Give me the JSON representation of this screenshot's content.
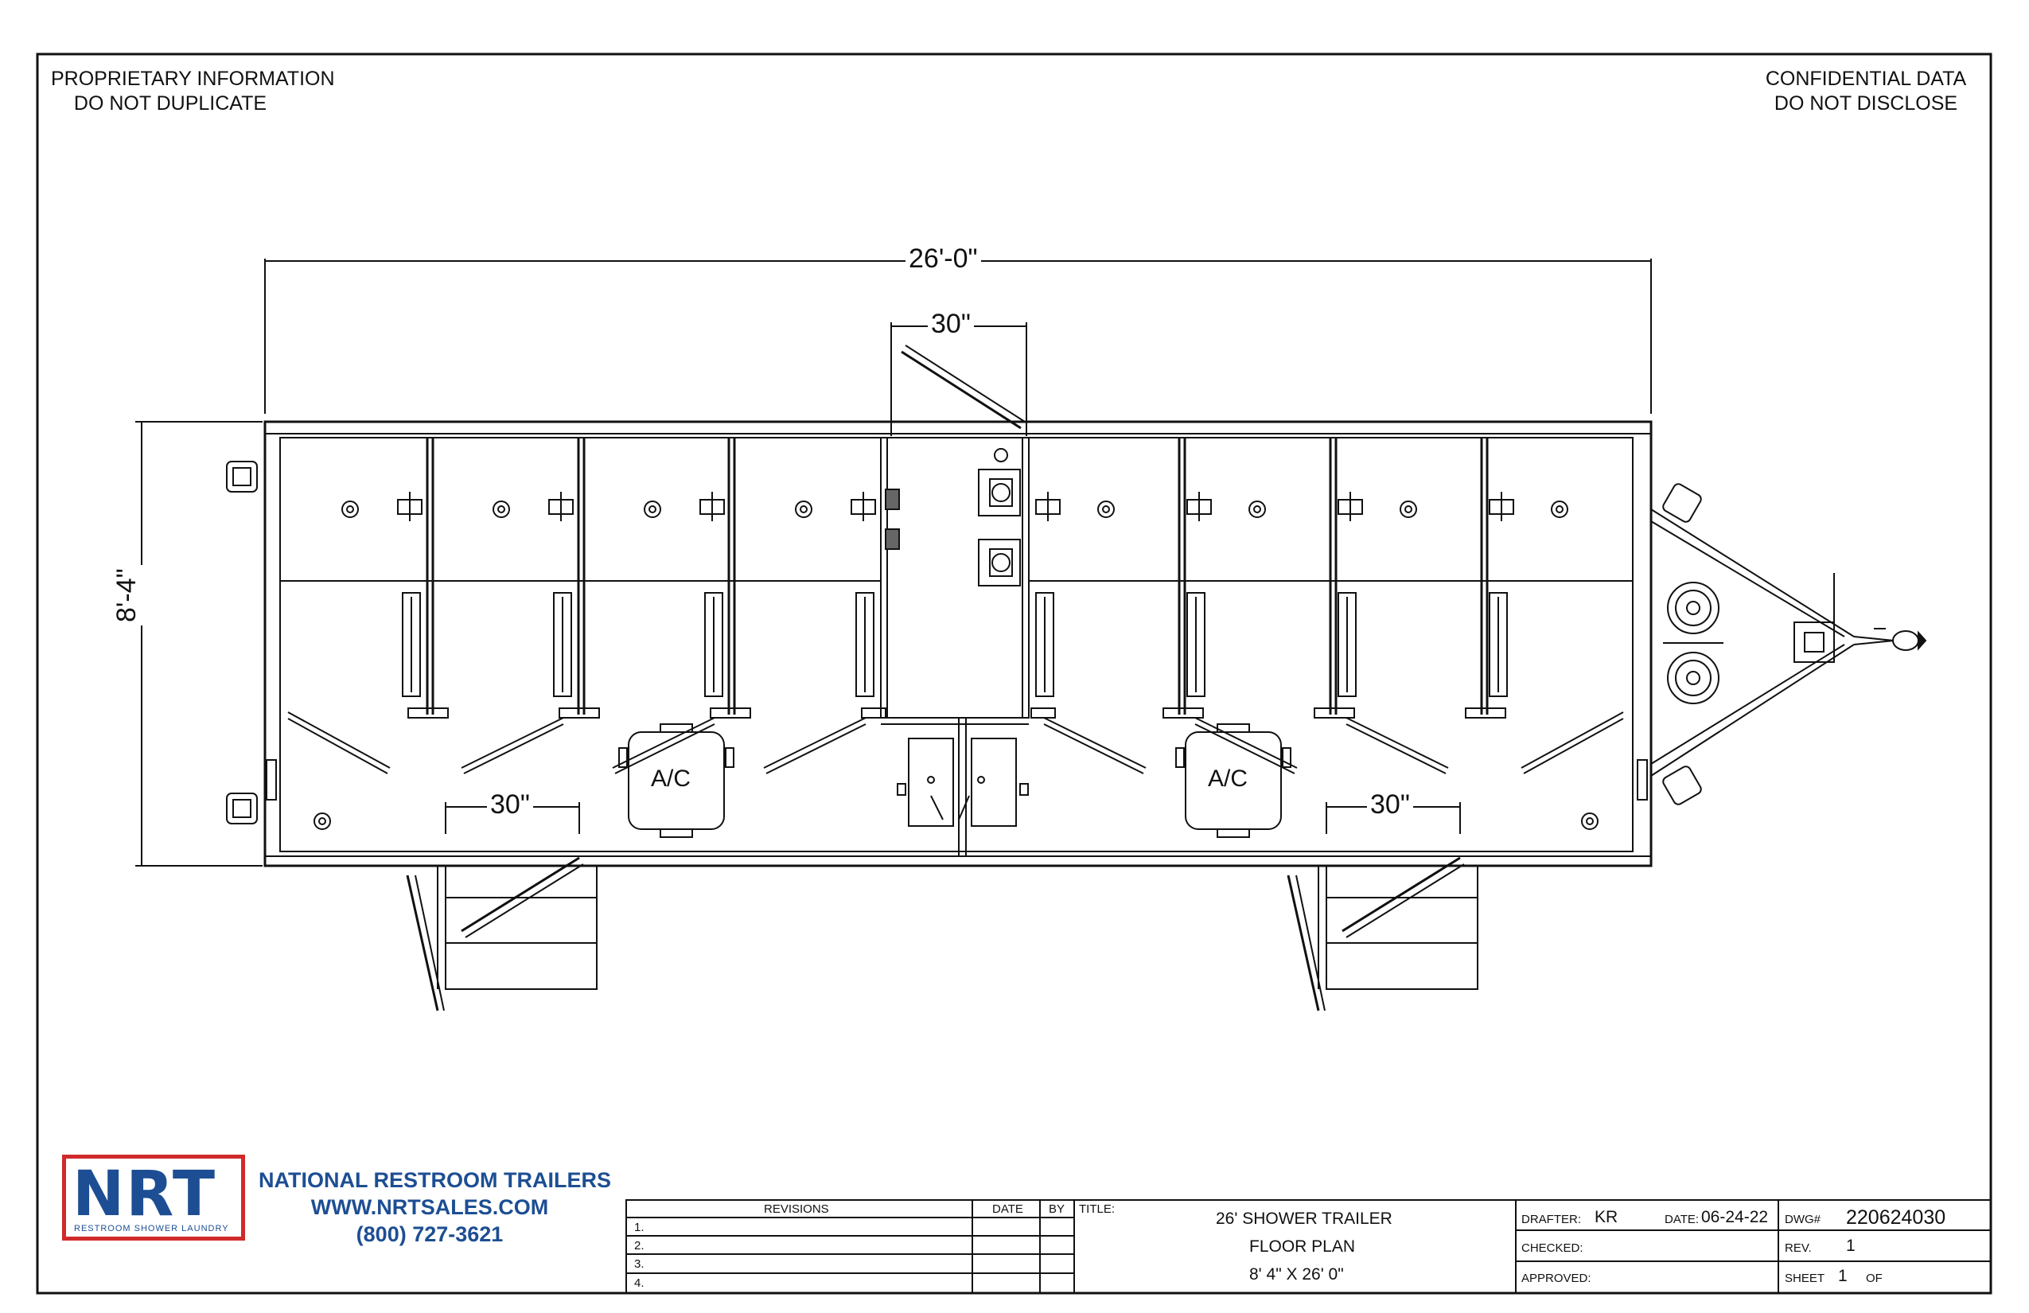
{
  "header": {
    "left_line1": "PROPRIETARY INFORMATION",
    "left_line2": "DO NOT DUPLICATE",
    "right_line1": "CONFIDENTIAL DATA",
    "right_line2": "DO NOT DISCLOSE"
  },
  "dimensions": {
    "overall_length": "26'-0\"",
    "overall_width": "8'-4\"",
    "door_top": "30\"",
    "door_left": "30\"",
    "door_right": "30\""
  },
  "fixtures": {
    "ac_left": "A/C",
    "ac_right": "A/C"
  },
  "logo": {
    "letters": "NRT",
    "tagline": "RESTROOM   SHOWER   LAUNDRY"
  },
  "company": {
    "name": "NATIONAL RESTROOM TRAILERS",
    "website": "WWW.NRTSALES.COM",
    "phone": "(800) 727-3621"
  },
  "title_block": {
    "revisions_label": "REVISIONS",
    "date_label": "DATE",
    "by_label": "BY",
    "title_label": "TITLE:",
    "revision_rows": [
      "1.",
      "2.",
      "3.",
      "4."
    ],
    "title_line1": "26' SHOWER TRAILER",
    "title_line2": "FLOOR PLAN",
    "title_line3": "8' 4\" X 26' 0\"",
    "drafter_label": "DRAFTER:",
    "drafter_value": "KR",
    "date_field_label": "DATE:",
    "date_value": "06-24-22",
    "checked_label": "CHECKED:",
    "approved_label": "APPROVED:",
    "dwg_label": "DWG#",
    "dwg_value": "220624030",
    "rev_label": "REV.",
    "rev_value": "1",
    "sheet_label": "SHEET",
    "sheet_value": "1",
    "of_label": "OF"
  }
}
